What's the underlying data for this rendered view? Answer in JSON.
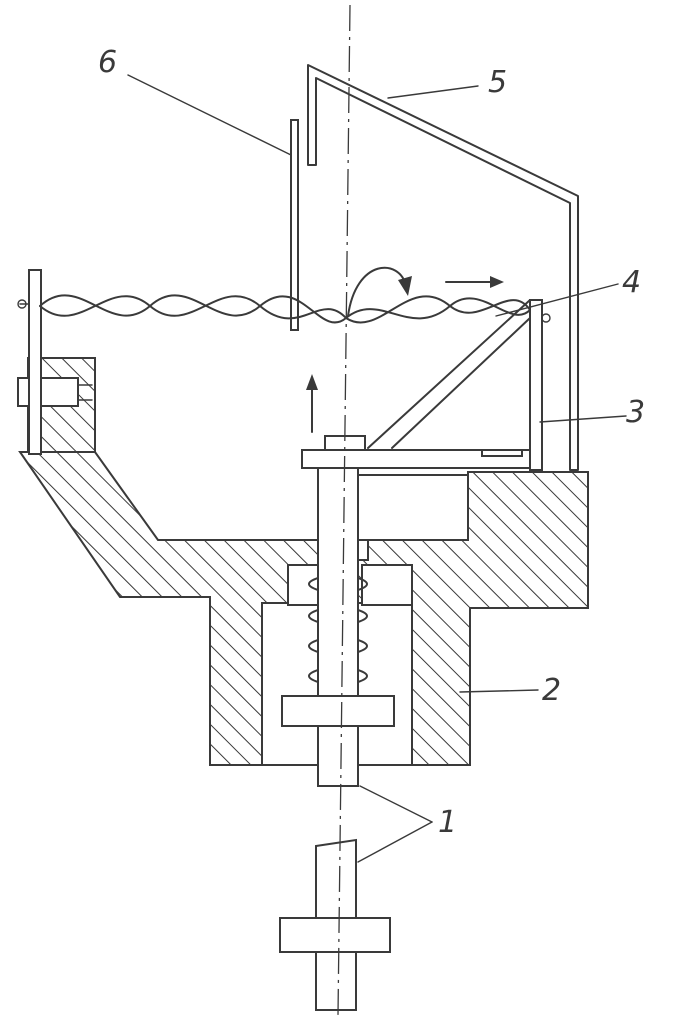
{
  "labels": {
    "shaft": "1",
    "housing": "2",
    "bracket": "3",
    "stirrer": "4",
    "guard_plate": "5",
    "rod": "6"
  }
}
